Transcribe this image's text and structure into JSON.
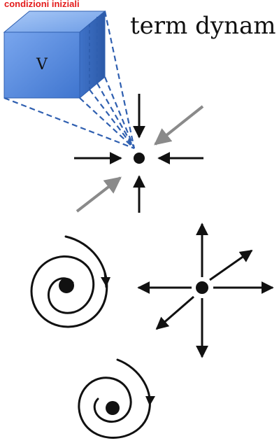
{
  "top_left_label": "condizioni iniziali",
  "top_right_title": "term dynam",
  "cube_label": "V",
  "colors": {
    "cube_front": "#5b8fe0",
    "cube_top": "#8fb7f2",
    "cube_side": "#3c6fc4",
    "dashed_lines": "#2f5fb0",
    "label_red": "#e31b1b",
    "ink": "#111111",
    "gray_arrows": "#8a8a8a"
  },
  "icons": {
    "sink": "sink-fixed-point-icon",
    "spiral_1": "spiral-attractor-icon",
    "source": "source-fixed-point-icon",
    "spiral_2": "spiral-attractor-icon"
  }
}
